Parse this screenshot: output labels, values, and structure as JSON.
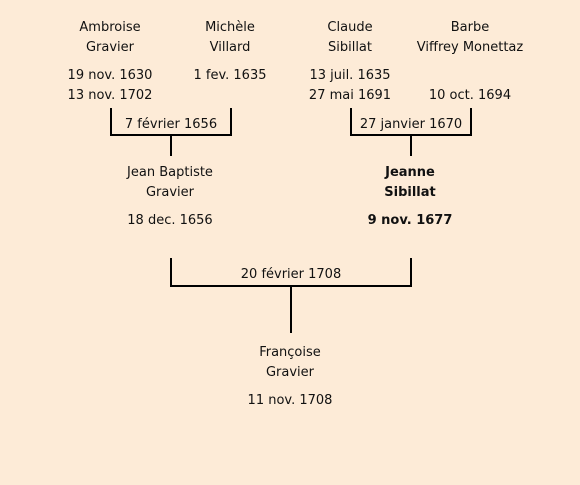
{
  "generation_1": [
    {
      "given_name": "Ambroise",
      "surname": "Gravier",
      "birth": "19 nov. 1630",
      "death": "13 nov. 1702"
    },
    {
      "given_name": "Michèle",
      "surname": "Villard",
      "birth": "1 fev. 1635",
      "death": ""
    },
    {
      "given_name": "Claude",
      "surname": "Sibillat",
      "birth": "13 juil. 1635",
      "death": "27 mai 1691"
    },
    {
      "given_name": "Barbe",
      "surname": "Viffrey Monettaz",
      "birth": "",
      "death": "10 oct. 1694"
    }
  ],
  "marriages": {
    "left_couple": "7 février 1656",
    "right_couple": "27 janvier 1670",
    "parents": "20 février 1708"
  },
  "generation_2": [
    {
      "given_name": "Jean Baptiste",
      "surname": "Gravier",
      "birth": "18 dec. 1656"
    },
    {
      "given_name": "Jeanne",
      "surname": "Sibillat",
      "birth": "9 nov. 1677"
    }
  ],
  "generation_3": {
    "given_name": "Françoise",
    "surname": "Gravier",
    "birth": "11 nov. 1708"
  }
}
